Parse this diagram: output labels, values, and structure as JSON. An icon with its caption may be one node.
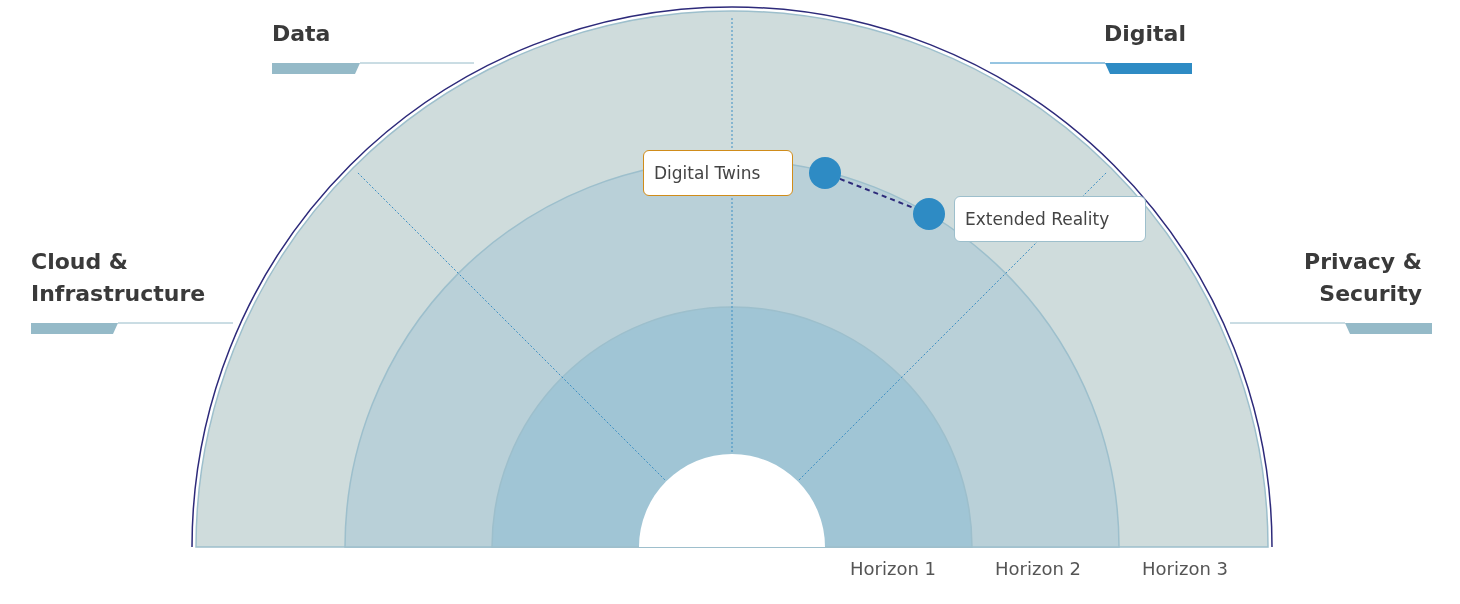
{
  "diagram": {
    "nodes": [
      {
        "text": [
          "Digital Twins"
        ]
      },
      {
        "text": [],
        "shape": "circle"
      },
      {
        "text": [],
        "shape": "circle"
      },
      {
        "text": [
          "Extended Reality"
        ]
      }
    ],
    "edges": [
      {
        "from": 1,
        "to": 2,
        "arrow": "none",
        "style": "dashed"
      }
    ],
    "labels": [
      "Data",
      "Digital",
      "Cloud & Infrastructure",
      "Privacy & Security",
      "Horizon 1",
      "Horizon 2",
      "Horizon 3"
    ]
  }
}
